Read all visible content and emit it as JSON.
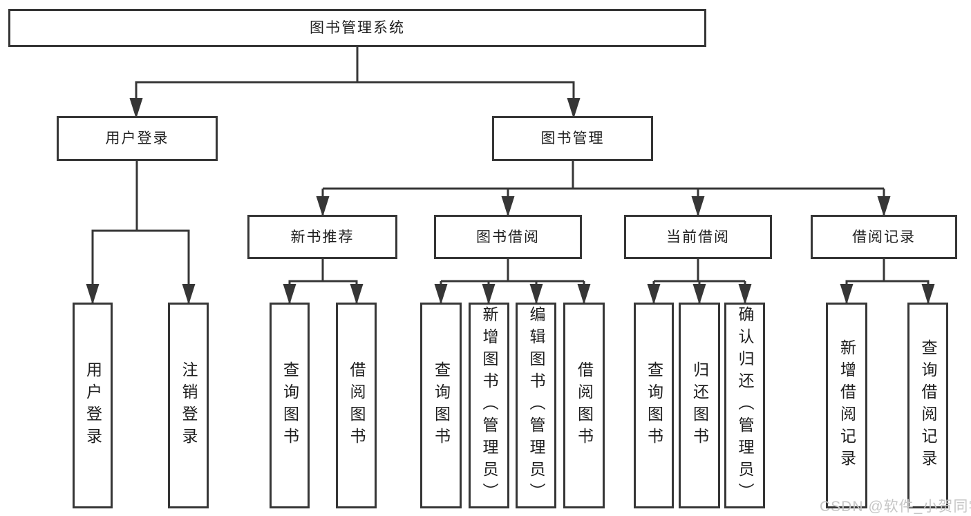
{
  "diagram": {
    "title": "图书管理系统",
    "type": "hierarchy-tree",
    "colors": {
      "line": "#363636",
      "box_border": "#363636",
      "box_background": "#ffffff",
      "text": "#1e1e1e",
      "watermark_text": "#c6c6c6",
      "page_background": "#ffffff"
    },
    "nodes": {
      "root": {
        "label": "图书管理系统"
      },
      "login": {
        "label": "用户登录"
      },
      "mgmt": {
        "label": "图书管理"
      },
      "recommend": {
        "label": "新书推荐"
      },
      "borrow": {
        "label": "图书借阅"
      },
      "current": {
        "label": "当前借阅"
      },
      "records": {
        "label": "借阅记录"
      },
      "leaf_login": {
        "label": "用户登录"
      },
      "leaf_logout": {
        "label": "注销登录"
      },
      "rec_query": {
        "label": "查询图书"
      },
      "rec_borrow": {
        "label": "借阅图书"
      },
      "bor_query": {
        "label": "查询图书"
      },
      "bor_add": {
        "label": "新增图书（管理员）"
      },
      "bor_edit": {
        "label": "编辑图书（管理员）"
      },
      "bor_borrow": {
        "label": "借阅图书"
      },
      "cur_query": {
        "label": "查询图书"
      },
      "cur_return": {
        "label": "归还图书"
      },
      "cur_confirm": {
        "label": "确认归还（管理员）"
      },
      "recd_add": {
        "label": "新增借阅记录"
      },
      "recd_query": {
        "label": "查询借阅记录"
      }
    },
    "edges": [
      {
        "from": "图书管理系统",
        "to": [
          "用户登录",
          "图书管理"
        ]
      },
      {
        "from": "用户登录",
        "to": [
          "用户登录",
          "注销登录"
        ]
      },
      {
        "from": "图书管理",
        "to": [
          "新书推荐",
          "图书借阅",
          "当前借阅",
          "借阅记录"
        ]
      },
      {
        "from": "新书推荐",
        "to": [
          "查询图书",
          "借阅图书"
        ]
      },
      {
        "from": "图书借阅",
        "to": [
          "查询图书",
          "新增图书（管理员）",
          "编辑图书（管理员）",
          "借阅图书"
        ]
      },
      {
        "from": "当前借阅",
        "to": [
          "查询图书",
          "归还图书",
          "确认归还（管理员）"
        ]
      },
      {
        "from": "借阅记录",
        "to": [
          "新增借阅记录",
          "查询借阅记录"
        ]
      }
    ],
    "watermark": "CSDN @软件_小贺同学"
  }
}
